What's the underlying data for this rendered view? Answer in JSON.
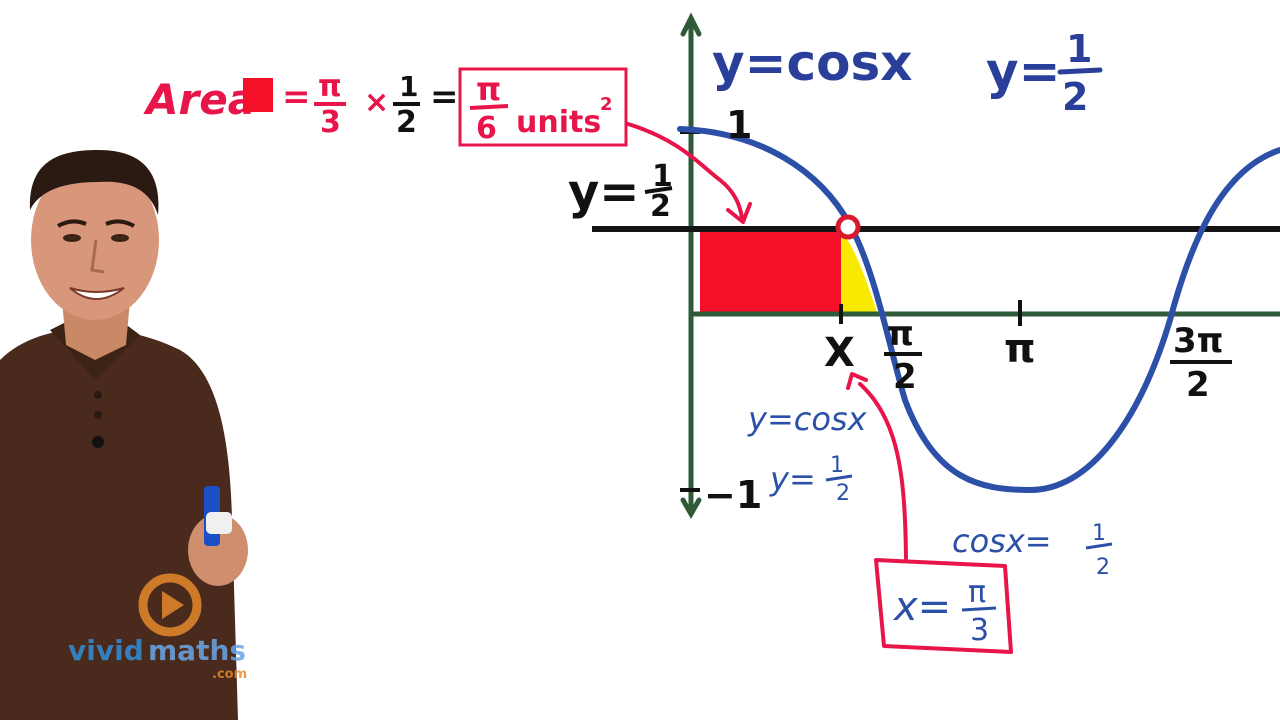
{
  "board": {
    "equations_top": {
      "curve": "y=cosx",
      "line_prefix": "y=",
      "line_num": "1",
      "line_den": "2"
    },
    "area_formula": {
      "label": "Area",
      "equals": "=",
      "pi": "π",
      "three": "3",
      "times": "×",
      "one": "1",
      "two": "2",
      "result_num": "π",
      "result_den": "6",
      "units": "units",
      "squared": "2"
    },
    "axis_labels": {
      "y_one": "1",
      "y_minus_one": "−1",
      "x_point": "X",
      "pi_half_num": "π",
      "pi_half_den": "2",
      "pi": "π",
      "three_pi_half_num": "3π",
      "three_pi_half_den": "2"
    },
    "left_line_label": {
      "prefix": "y=",
      "num": "1",
      "den": "2"
    },
    "working": {
      "eq1": "y=cosx",
      "eq2_prefix": "y=",
      "eq2_num": "1",
      "eq2_den": "2",
      "eq3_prefix": "cosx=",
      "eq3_num": "1",
      "eq3_den": "2",
      "answer_prefix": "x=",
      "answer_num": "π",
      "answer_den": "3"
    },
    "colors": {
      "rectangle": "#f5102a",
      "sliver": "#f7ea00",
      "curve": "#2c4fa8",
      "axes": "#2f5a38",
      "marker_red": "#e8154a"
    }
  },
  "brand": {
    "name_part1": "vivid",
    "name_part2": "maths",
    "domain": ".com"
  }
}
